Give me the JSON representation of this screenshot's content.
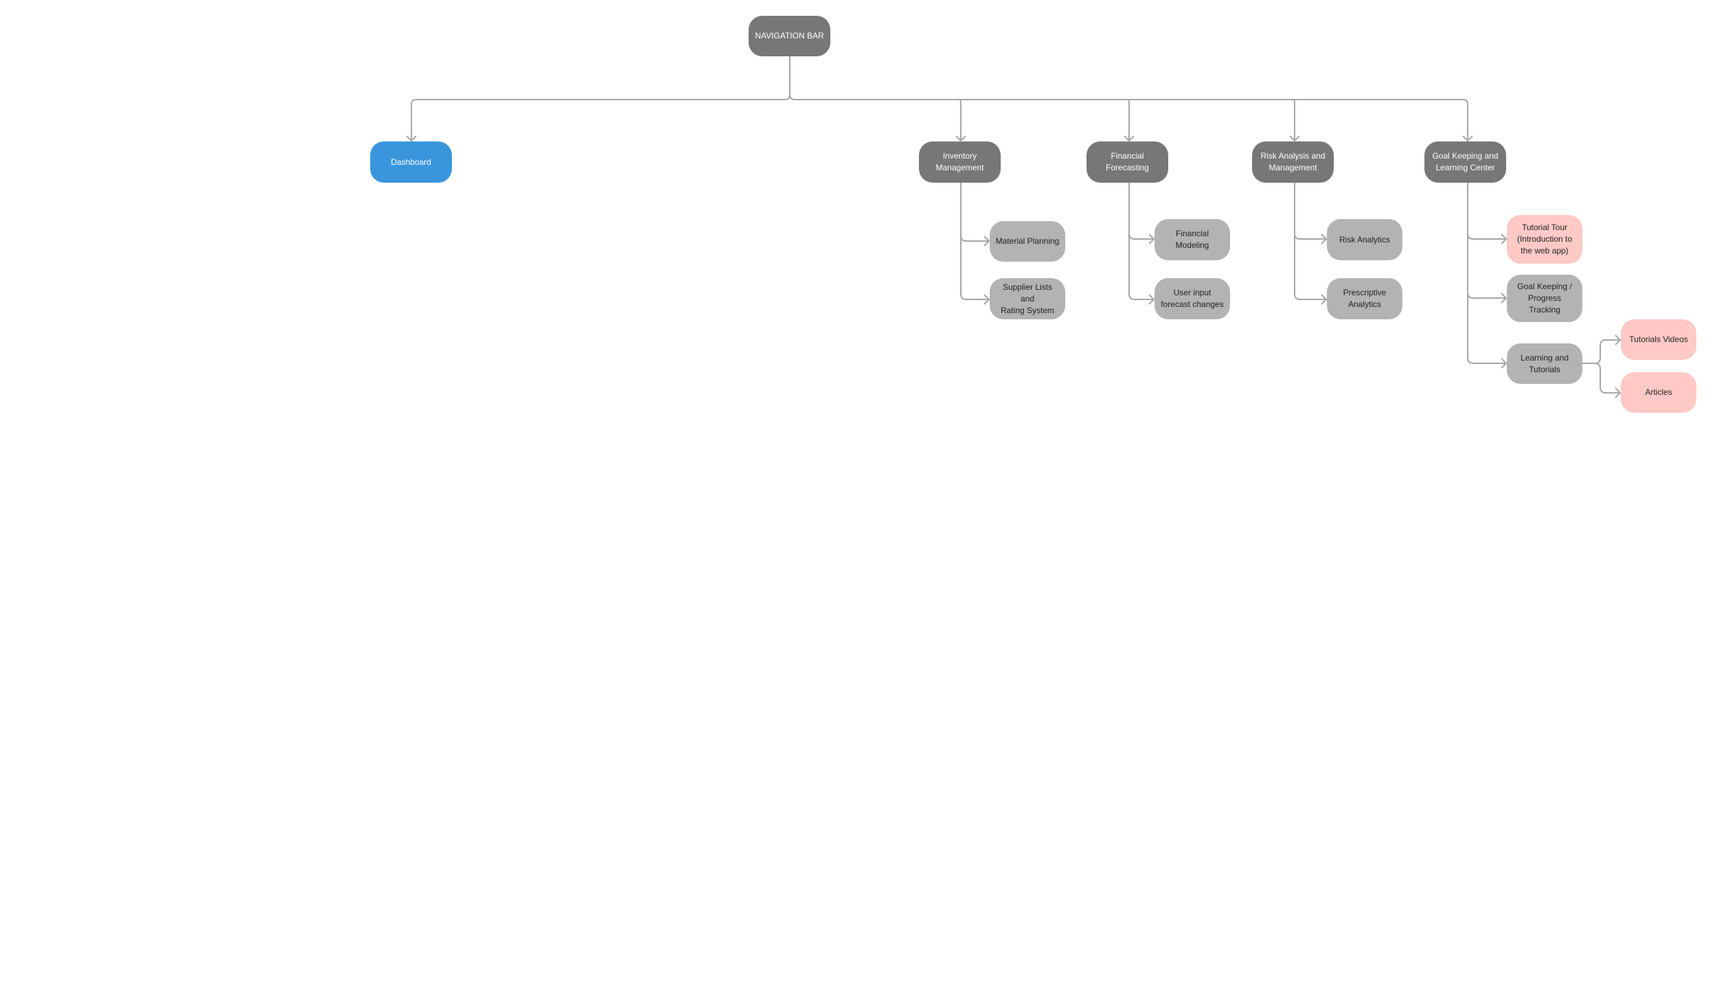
{
  "diagram": {
    "root": {
      "id": "nav",
      "label": "NAVIGATION BAR"
    },
    "nodes": [
      {
        "id": "dashboard",
        "label": "Dashboard",
        "parent": "nav",
        "kind": "active"
      },
      {
        "id": "inventory",
        "label": "Inventory\nManagement",
        "parent": "nav",
        "kind": "primary"
      },
      {
        "id": "forecasting",
        "label": "Financial\nForecasting",
        "parent": "nav",
        "kind": "primary"
      },
      {
        "id": "risk",
        "label": "Risk Analysis and\nManagement",
        "parent": "nav",
        "kind": "primary"
      },
      {
        "id": "goal",
        "label": "Goal Keeping and\nLearning Center",
        "parent": "nav",
        "kind": "primary"
      },
      {
        "id": "material",
        "label": "Material Planning",
        "parent": "inventory",
        "kind": "secondary"
      },
      {
        "id": "supplier",
        "label": "Supplier Lists and\nRating System",
        "parent": "inventory",
        "kind": "secondary"
      },
      {
        "id": "modeling",
        "label": "Financial\nModeling",
        "parent": "forecasting",
        "kind": "secondary"
      },
      {
        "id": "userinput",
        "label": "User input\nforecast changes",
        "parent": "forecasting",
        "kind": "secondary"
      },
      {
        "id": "riskanalytics",
        "label": "Risk Analytics",
        "parent": "risk",
        "kind": "secondary"
      },
      {
        "id": "prescriptive",
        "label": "Prescriptive\nAnalytics",
        "parent": "risk",
        "kind": "secondary"
      },
      {
        "id": "tour",
        "label": "Tutorial Tour\n(Introduction to\nthe web app)",
        "parent": "goal",
        "kind": "pink"
      },
      {
        "id": "tracking",
        "label": "Goal Keeping /\nProgress\nTracking",
        "parent": "goal",
        "kind": "secondary"
      },
      {
        "id": "learning",
        "label": "Learning and\nTutorials",
        "parent": "goal",
        "kind": "secondary"
      },
      {
        "id": "videos",
        "label": "Tutorials Videos",
        "parent": "learning",
        "kind": "pink"
      },
      {
        "id": "articles",
        "label": "Articles",
        "parent": "learning",
        "kind": "pink"
      }
    ],
    "colors": {
      "root": "#777777",
      "primary": "#777777",
      "active": "#3a96dc",
      "secondary": "#b3b3b3",
      "pink": "#ffc9c5",
      "connector": "#a6a6a6"
    }
  }
}
